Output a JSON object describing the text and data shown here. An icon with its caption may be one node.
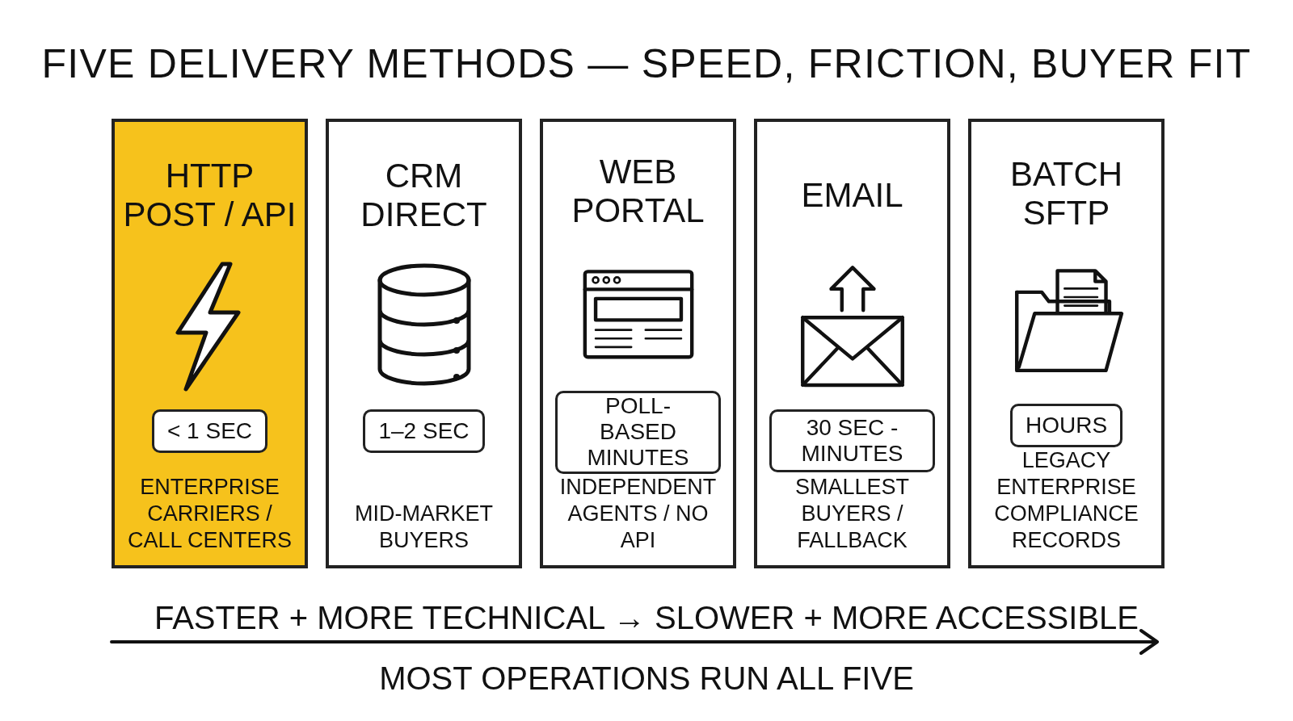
{
  "diagram": {
    "title": "FIVE DELIVERY METHODS — SPEED, FRICTION, BUYER FIT",
    "nodes": [
      {
        "text": [
          "HTTP POST / API",
          "ENTERPRISE CARRIERS / CALL CENTERS"
        ]
      },
      {
        "text": [
          "< 1 SEC"
        ],
        "in": 0
      },
      {
        "text": [
          "CRM DIRECT",
          "MID-MARKET BUYERS"
        ]
      },
      {
        "text": [
          "1–2 SEC"
        ],
        "in": 2
      },
      {
        "text": [
          "WEB PORTAL",
          "INDEPENDENT AGENTS / NO API"
        ]
      },
      {
        "text": [
          "POLL-BASED MINUTES"
        ],
        "in": 4
      },
      {
        "text": [
          "EMAIL",
          "SMALLEST BUYERS / FALLBACK"
        ]
      },
      {
        "text": [
          "30 SEC - MINUTES"
        ],
        "in": 6
      },
      {
        "text": [
          "BATCH SFTP",
          "LEGACY ENTERPRISE COMPLIANCE RECORDS"
        ]
      },
      {
        "text": [
          "HOURS"
        ],
        "in": 8
      }
    ],
    "labels": [
      "FASTER + MORE TECHNICAL → SLOWER + MORE ACCESSIBLE",
      "MOST OPERATIONS RUN ALL FIVE"
    ]
  }
}
